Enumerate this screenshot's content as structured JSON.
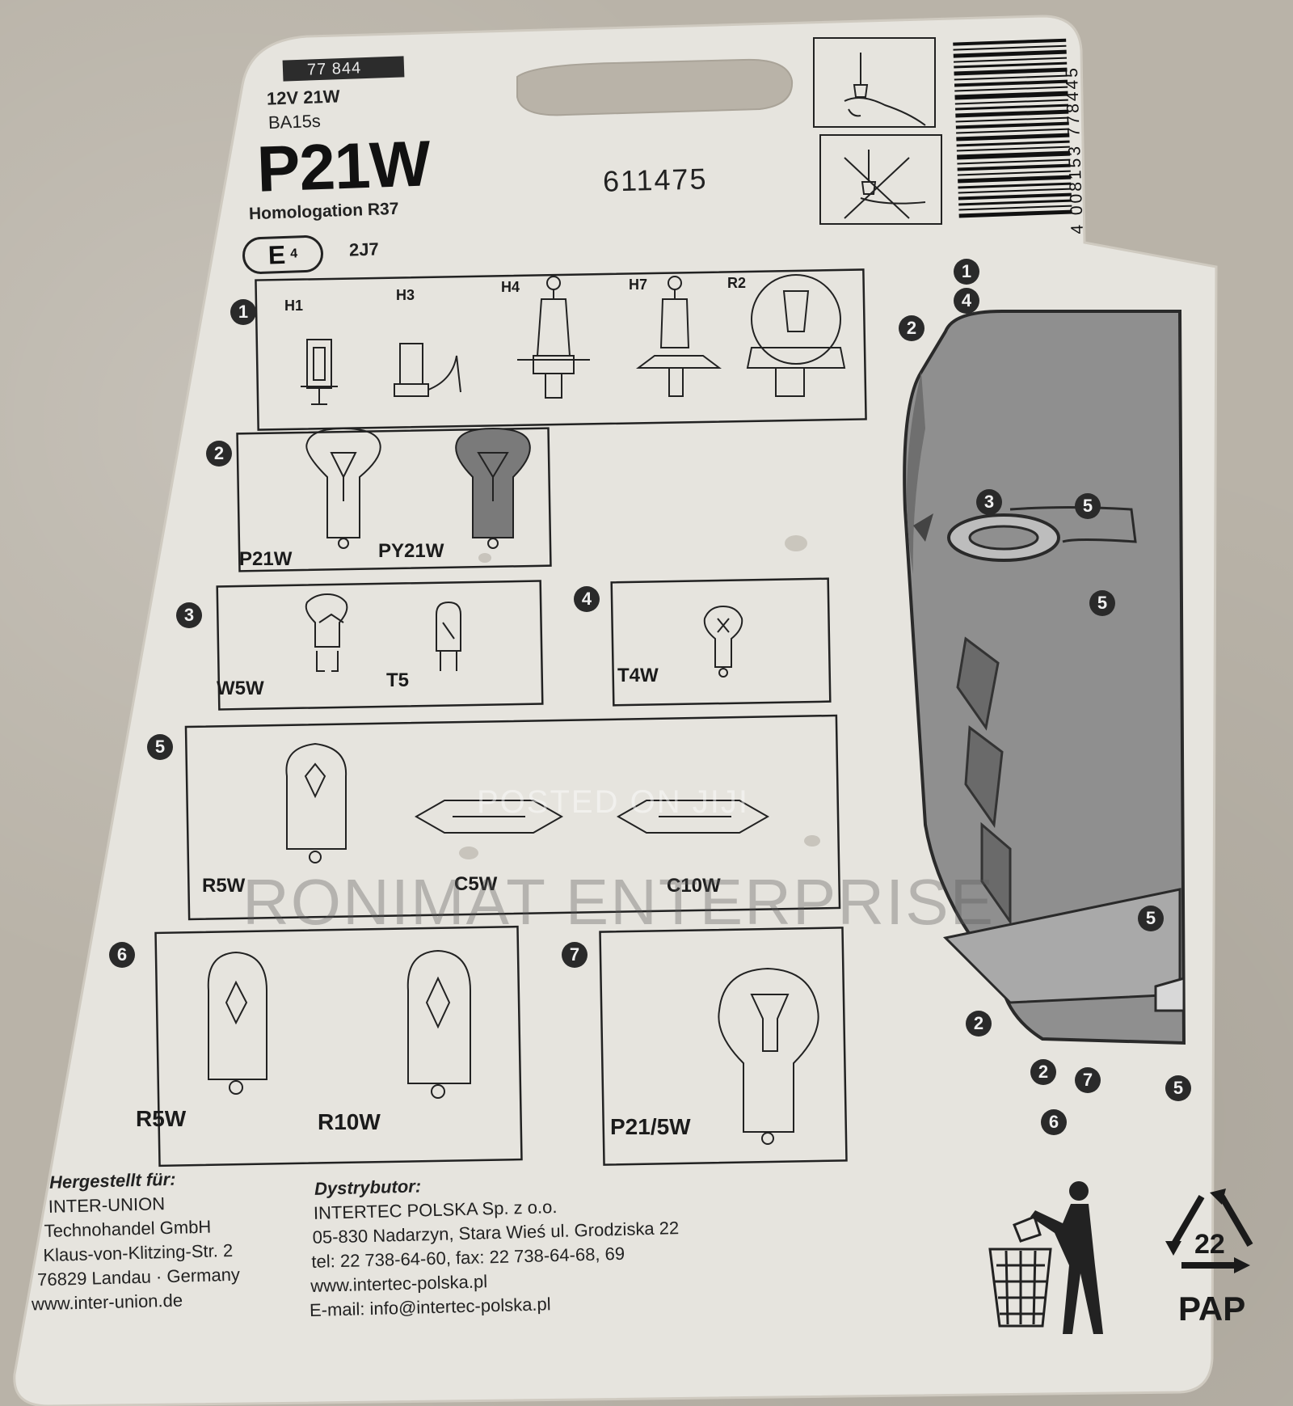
{
  "package": {
    "code": "77 844",
    "spec": "12V 21W",
    "base": "BA15s",
    "model": "P21W",
    "article": "611475",
    "homologation": "Homologation R37",
    "emark_letter": "E",
    "emark_number": "4",
    "approval_code": "2J7",
    "barcode_number": "4 008153 778445"
  },
  "sections": [
    {
      "number": "1",
      "bulbs": [
        "H1",
        "H3",
        "H4",
        "H7",
        "R2"
      ]
    },
    {
      "number": "2",
      "bulbs": [
        "P21W",
        "PY21W"
      ]
    },
    {
      "number": "3",
      "bulbs": [
        "W5W",
        "T5"
      ]
    },
    {
      "number": "4",
      "bulbs": [
        "T4W"
      ]
    },
    {
      "number": "5",
      "bulbs": [
        "R5W",
        "C5W",
        "C10W"
      ]
    },
    {
      "number": "6",
      "bulbs": [
        "R5W",
        "R10W"
      ]
    },
    {
      "number": "7",
      "bulbs": [
        "P21/5W"
      ]
    }
  ],
  "car_markers": [
    "1",
    "4",
    "2",
    "3",
    "5",
    "5",
    "5",
    "2",
    "2",
    "7",
    "5",
    "6"
  ],
  "manufacturer": {
    "heading": "Hergestellt für:",
    "lines": [
      "INTER-UNION",
      "Technohandel GmbH",
      "Klaus-von-Klitzing-Str. 2",
      "76829 Landau · Germany",
      "www.inter-union.de"
    ]
  },
  "distributor": {
    "heading": "Dystrybutor:",
    "lines": [
      "INTERTEC POLSKA Sp. z o.o.",
      "05-830 Nadarzyn, Stara Wieś ul. Grodziska 22",
      "tel: 22 738-64-60, fax: 22 738-64-68, 69",
      "www.intertec-polska.pl",
      "E-mail: info@intertec-polska.pl"
    ]
  },
  "recycling": {
    "number": "22",
    "label": "PAP"
  },
  "watermark": {
    "small": "POSTED ON JIJI",
    "large": "RONIMAT ENTERPRISE"
  },
  "colors": {
    "card": "#e6e4de",
    "ink": "#1d1d1d",
    "car_fill": "#8a8a8a",
    "background": "#b9b3a8"
  }
}
